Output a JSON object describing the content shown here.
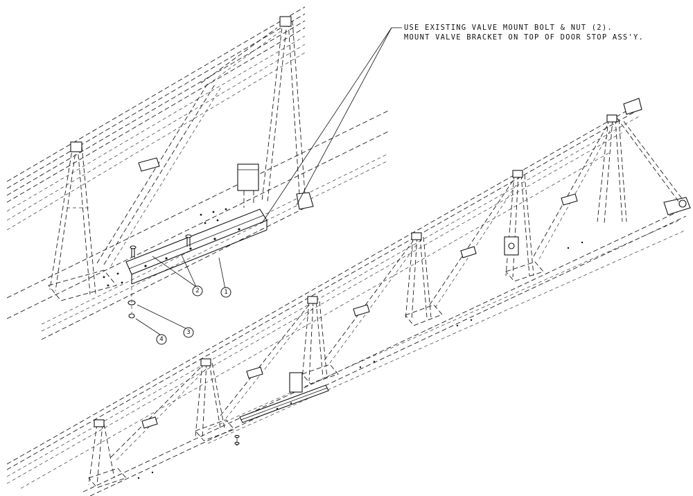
{
  "note": {
    "line1": "USE EXISTING VALVE MOUNT BOLT & NUT (2).",
    "line2": "MOUNT VALVE BRACKET ON TOP OF DOOR STOP ASS'Y."
  },
  "balloons": [
    {
      "label": "1"
    },
    {
      "label": "2"
    },
    {
      "label": "3"
    },
    {
      "label": "4"
    }
  ]
}
